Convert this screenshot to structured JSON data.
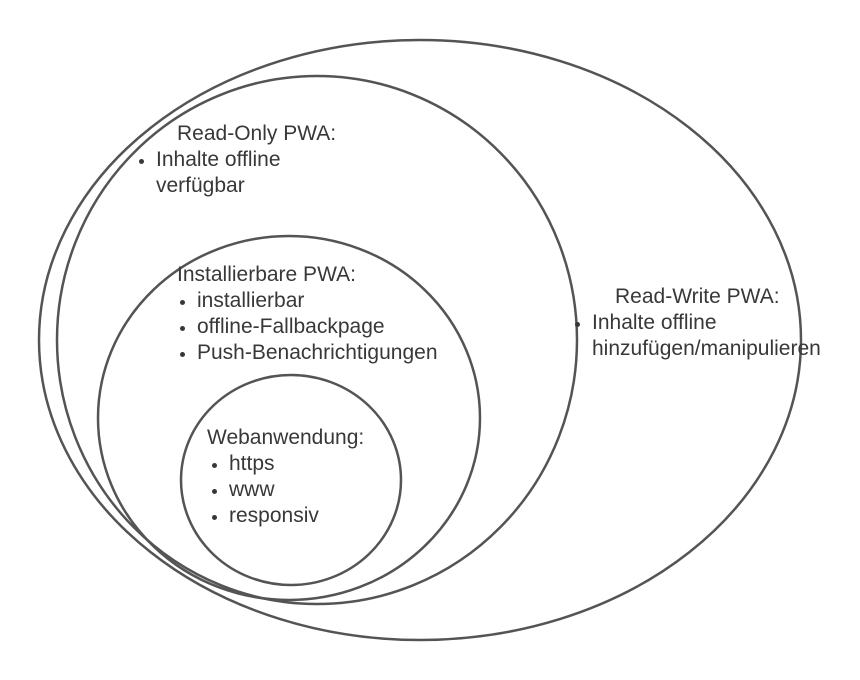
{
  "diagram": {
    "type": "euler-nested-sets",
    "background_color": "#ffffff",
    "stroke_color": "#545454",
    "text_color": "#383838",
    "sets": [
      {
        "name": "Read-Write PWA",
        "title": "Read-Write PWA:",
        "bullets": [
          "Inhalte offline hinzufügen/manipulieren"
        ],
        "level": "outermost"
      },
      {
        "name": "Read-Only PWA",
        "title": "Read-Only PWA:",
        "bullets": [
          "Inhalte offline verfügbar"
        ],
        "level": "second"
      },
      {
        "name": "Installierbare PWA",
        "title": "Installierbare PWA:",
        "bullets": [
          "installierbar",
          "offline-Fallbackpage",
          "Push-Benachrichtigungen"
        ],
        "level": "third"
      },
      {
        "name": "Webanwendung",
        "title": "Webanwendung:",
        "bullets": [
          "https",
          "www",
          "responsiv"
        ],
        "level": "innermost"
      }
    ]
  }
}
